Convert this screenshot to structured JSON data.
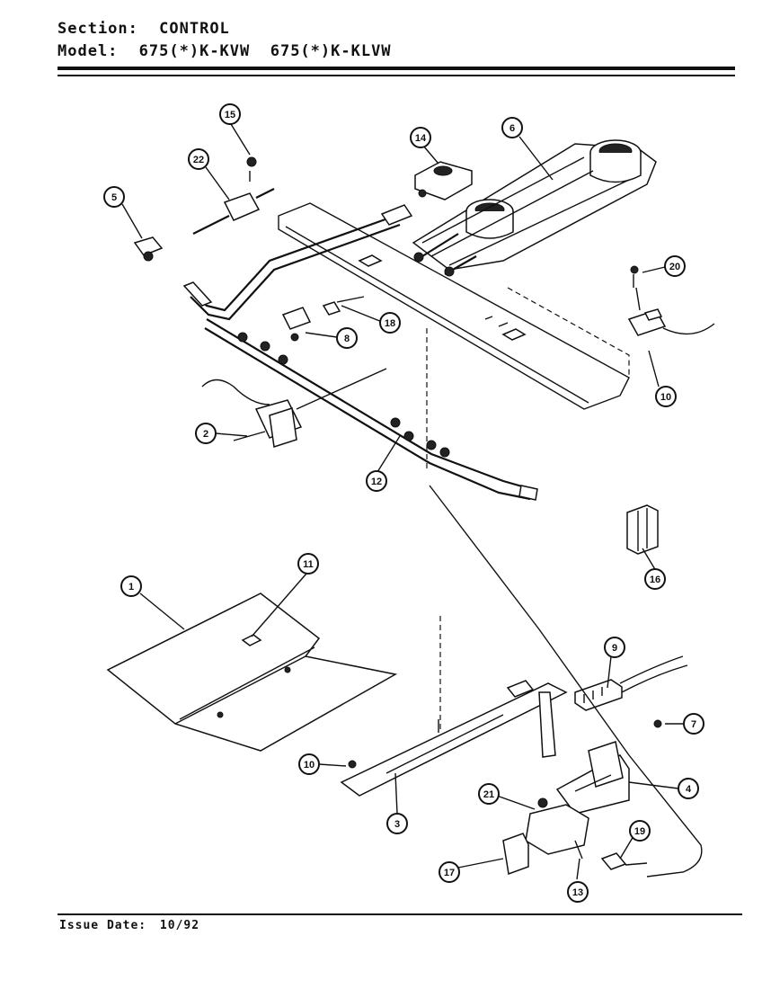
{
  "header": {
    "section_label": "Section:",
    "section_value": "CONTROL",
    "model_label": "Model:",
    "model_value": "675(*)K-KVW  675(*)K-KLVW"
  },
  "footer": {
    "issue_label": "Issue Date:",
    "issue_value": "10/92"
  },
  "callouts": [
    "1",
    "2",
    "3",
    "4",
    "5",
    "6",
    "7",
    "8",
    "9",
    "10",
    "10",
    "11",
    "12",
    "13",
    "14",
    "15",
    "16",
    "17",
    "18",
    "19",
    "20",
    "21",
    "22"
  ]
}
